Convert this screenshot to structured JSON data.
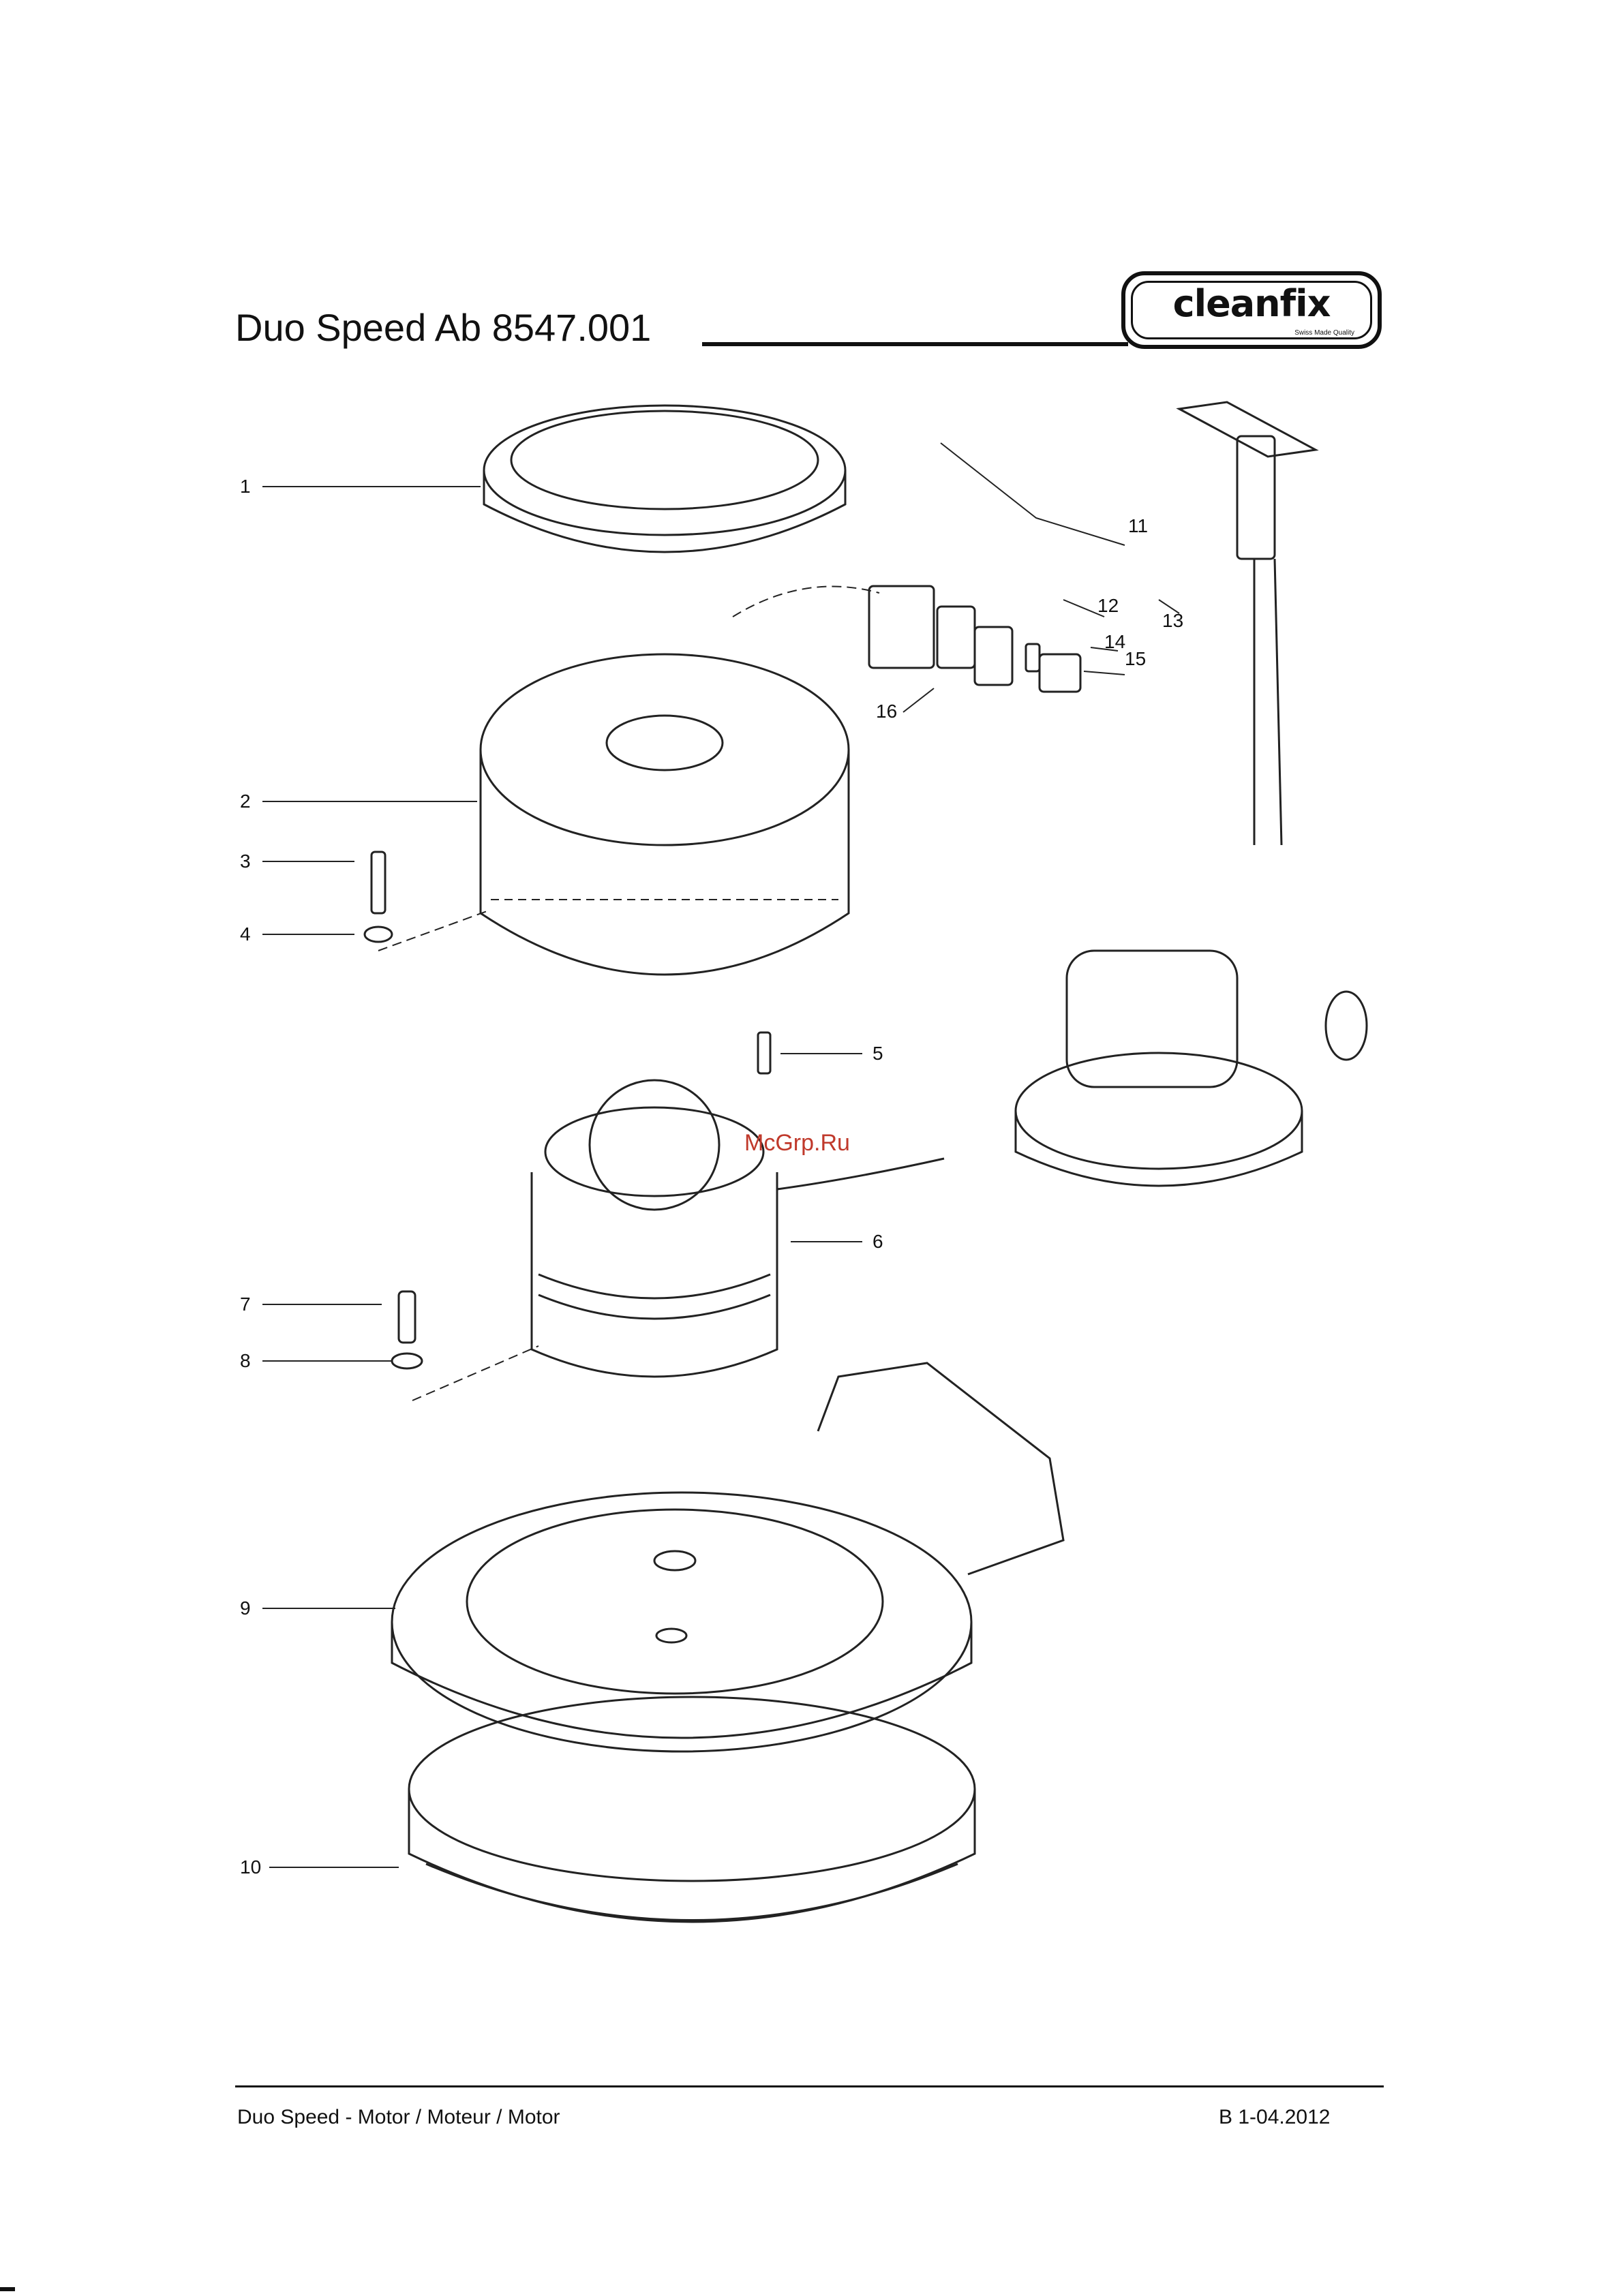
{
  "header": {
    "title": "Duo Speed Ab 8547.001",
    "logo_text": "cleanfix",
    "logo_tagline": "Swiss Made Quality"
  },
  "callouts": [
    "1",
    "2",
    "3",
    "4",
    "5",
    "6",
    "7",
    "8",
    "9",
    "10",
    "11",
    "12",
    "13",
    "14",
    "15",
    "16"
  ],
  "watermark": "McGrp.Ru",
  "footer": {
    "left": "Duo Speed - Motor / Moteur / Motor",
    "right": "B 1-04.2012"
  }
}
